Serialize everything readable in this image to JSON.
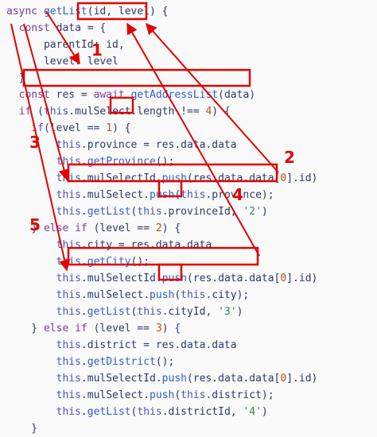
{
  "code_lines": [
    [
      [
        "async ",
        "kw"
      ],
      [
        "getList",
        "fn"
      ],
      [
        "(id, level) {",
        "pl"
      ]
    ],
    [
      [
        "  const ",
        "kw"
      ],
      [
        "data = {",
        "pl"
      ]
    ],
    [
      [
        "      parentId: id,",
        "pl"
      ]
    ],
    [
      [
        "      level: level",
        "pl"
      ]
    ],
    [
      [
        "  }",
        "pl"
      ]
    ],
    [
      [
        "  const ",
        "kw"
      ],
      [
        "res = ",
        "pl"
      ],
      [
        "await ",
        "kw"
      ],
      [
        "getAddressList",
        "fn"
      ],
      [
        "(data)",
        "pl"
      ]
    ],
    [
      [
        "  if ",
        "kw"
      ],
      [
        "(",
        "pl"
      ],
      [
        "this",
        "th"
      ],
      [
        ".mulSelect.length !== ",
        "pl"
      ],
      [
        "4",
        "num"
      ],
      [
        ") {",
        "pl"
      ]
    ],
    [
      [
        "    if",
        "kw"
      ],
      [
        "(level == ",
        "pl"
      ],
      [
        "1",
        "num"
      ],
      [
        ") {",
        "pl"
      ]
    ],
    [
      [
        "        this",
        "th"
      ],
      [
        ".province = res.data.data",
        "pl"
      ]
    ],
    [
      [
        "        this",
        "th"
      ],
      [
        ".",
        "pl"
      ],
      [
        "getProvince",
        "fn"
      ],
      [
        "();",
        "pl"
      ]
    ],
    [
      [
        "        this",
        "th"
      ],
      [
        ".mulSelectId.",
        "pl"
      ],
      [
        "push",
        "fn"
      ],
      [
        "(res.data.data[",
        "pl"
      ],
      [
        "0",
        "num"
      ],
      [
        "].id)",
        "pl"
      ]
    ],
    [
      [
        "        this",
        "th"
      ],
      [
        ".mulSelect.",
        "pl"
      ],
      [
        "push",
        "fn"
      ],
      [
        "(",
        "pl"
      ],
      [
        "this",
        "th"
      ],
      [
        ".province);",
        "pl"
      ]
    ],
    [
      [
        "        this",
        "th"
      ],
      [
        ".",
        "pl"
      ],
      [
        "getList",
        "fn"
      ],
      [
        "(",
        "pl"
      ],
      [
        "this",
        "th"
      ],
      [
        ".provinceId, ",
        "pl"
      ],
      [
        "'2'",
        "str"
      ],
      [
        ")",
        "pl"
      ]
    ],
    [
      [
        "    } ",
        "pl"
      ],
      [
        "else if ",
        "kw"
      ],
      [
        "(level == ",
        "pl"
      ],
      [
        "2",
        "num"
      ],
      [
        ") {",
        "pl"
      ]
    ],
    [
      [
        "        this",
        "th"
      ],
      [
        ".city = res.data.data",
        "pl"
      ]
    ],
    [
      [
        "        this",
        "th"
      ],
      [
        ".",
        "pl"
      ],
      [
        "getCity",
        "fn"
      ],
      [
        "();",
        "pl"
      ]
    ],
    [
      [
        "        this",
        "th"
      ],
      [
        ".mulSelectId.",
        "pl"
      ],
      [
        "push",
        "fn"
      ],
      [
        "(res.data.data[",
        "pl"
      ],
      [
        "0",
        "num"
      ],
      [
        "].id)",
        "pl"
      ]
    ],
    [
      [
        "        this",
        "th"
      ],
      [
        ".mulSelect.",
        "pl"
      ],
      [
        "push",
        "fn"
      ],
      [
        "(",
        "pl"
      ],
      [
        "this",
        "th"
      ],
      [
        ".city);",
        "pl"
      ]
    ],
    [
      [
        "        this",
        "th"
      ],
      [
        ".",
        "pl"
      ],
      [
        "getList",
        "fn"
      ],
      [
        "(",
        "pl"
      ],
      [
        "this",
        "th"
      ],
      [
        ".cityId, ",
        "pl"
      ],
      [
        "'3'",
        "str"
      ],
      [
        ")",
        "pl"
      ]
    ],
    [
      [
        "    } ",
        "pl"
      ],
      [
        "else if ",
        "kw"
      ],
      [
        "(level == ",
        "pl"
      ],
      [
        "3",
        "num"
      ],
      [
        ") {",
        "pl"
      ]
    ],
    [
      [
        "        this",
        "th"
      ],
      [
        ".district = res.data.data",
        "pl"
      ]
    ],
    [
      [
        "        this",
        "th"
      ],
      [
        ".",
        "pl"
      ],
      [
        "getDistrict",
        "fn"
      ],
      [
        "();",
        "pl"
      ]
    ],
    [
      [
        "        this",
        "th"
      ],
      [
        ".mulSelectId.",
        "pl"
      ],
      [
        "push",
        "fn"
      ],
      [
        "(res.data.data[",
        "pl"
      ],
      [
        "0",
        "num"
      ],
      [
        "].id)",
        "pl"
      ]
    ],
    [
      [
        "        this",
        "th"
      ],
      [
        ".mulSelect.",
        "pl"
      ],
      [
        "push",
        "fn"
      ],
      [
        "(",
        "pl"
      ],
      [
        "this",
        "th"
      ],
      [
        ".district);",
        "pl"
      ]
    ],
    [
      [
        "        this",
        "th"
      ],
      [
        ".",
        "pl"
      ],
      [
        "getList",
        "fn"
      ],
      [
        "(",
        "pl"
      ],
      [
        "this",
        "th"
      ],
      [
        ".districtId, ",
        "pl"
      ],
      [
        "'4'",
        "str"
      ],
      [
        ")",
        "pl"
      ]
    ],
    [
      [
        "    }",
        "pl"
      ]
    ]
  ],
  "annotations": {
    "step1": "1",
    "step2": "2",
    "step3": "3",
    "step4": "4",
    "step5": "5"
  },
  "colors": {
    "annotation": "#e30000",
    "keyword": "#7d3a9c",
    "function": "#2f5fc8",
    "string": "#2e8b57",
    "number": "#b4521a"
  }
}
